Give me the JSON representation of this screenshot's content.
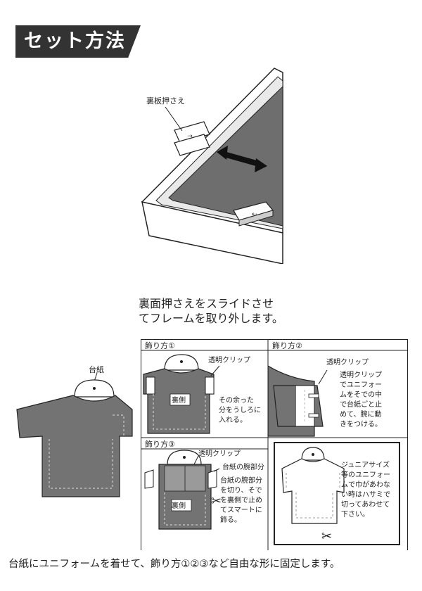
{
  "title": "セット方法",
  "frame_diagram": {
    "back_clip_label": "裏板押さえ"
  },
  "instruction": {
    "line1": "裏面押さえをスライドさせ",
    "line2": "てフレームを取り外します。"
  },
  "board_label": "台紙",
  "panels": {
    "method1": {
      "title": "飾り方①",
      "clip_label": "透明クリップ",
      "back_label": "裏側",
      "note": [
        "その余った",
        "分をうしろに",
        "入れる。"
      ]
    },
    "method2": {
      "title": "飾り方②",
      "clip_label": "透明クリップ",
      "note": [
        "透明クリップ",
        "でユニフォー",
        "ムをそでの中",
        "で台紙ごと止",
        "めて、腕に動",
        "きをつける。"
      ]
    },
    "method3": {
      "title": "飾り方③",
      "clip_label": "透明クリップ",
      "arm_label": "台紙の腕部分",
      "back_label": "裏側",
      "note": [
        "台紙の腕部分",
        "を切り、そで",
        "を裏側で止め",
        "てスマートに",
        "飾る。"
      ]
    },
    "junior_note": [
      "ジュニアサイズ",
      "等のユニフォー",
      "ムで巾があわな",
      "い時はハサミで",
      "切ってあわせて",
      "下さい。"
    ]
  },
  "bottom_caption": "台紙にユニフォームを着せて、飾り方①②③など自由な形に固定します。",
  "colors": {
    "badge": "#333333",
    "frame_panel": "#6e6e6e",
    "shirt": "#737373",
    "line": "#222222"
  }
}
